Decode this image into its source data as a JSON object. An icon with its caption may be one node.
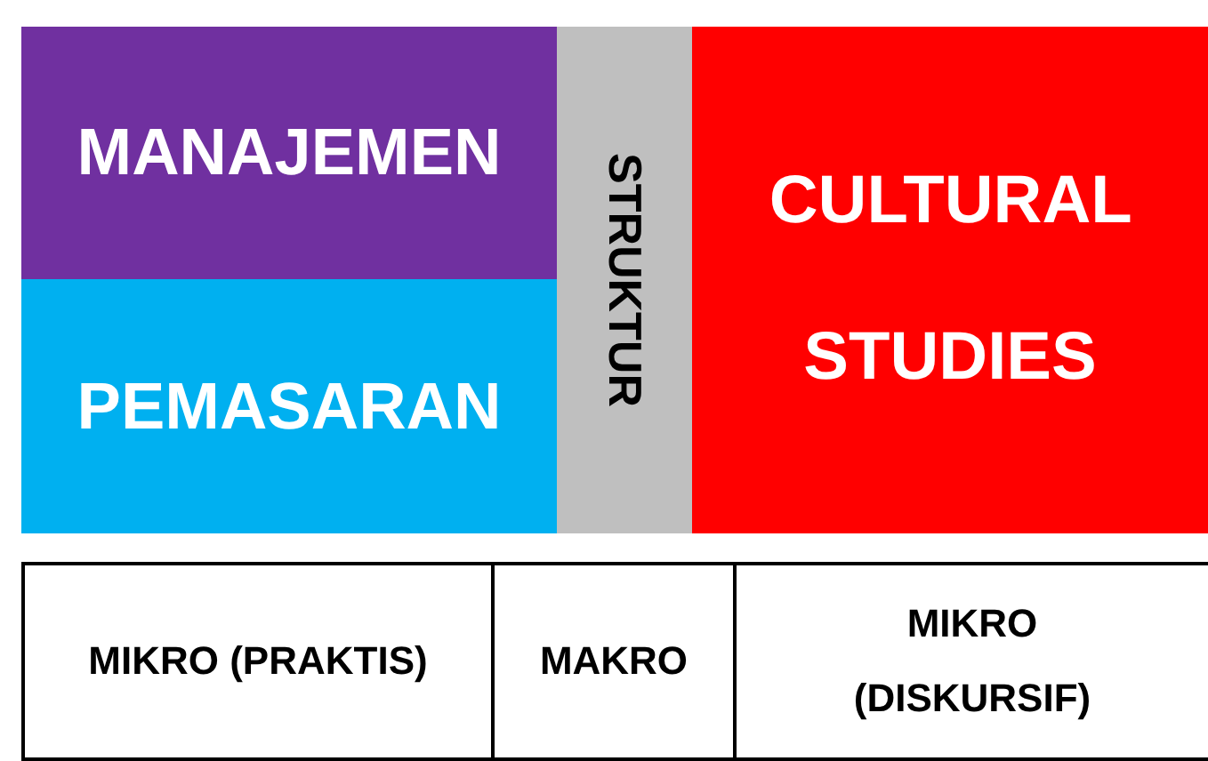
{
  "diagram": {
    "nodes": [
      {
        "text": [
          "MANAJEMEN"
        ]
      },
      {
        "text": [
          "PEMASARAN"
        ]
      },
      {
        "text": [
          "STRUKTUR"
        ]
      },
      {
        "text": [
          "CULTURAL STUDIES"
        ]
      }
    ],
    "labels": [
      "MIKRO (PRAKTIS)",
      "MAKRO",
      "MIKRO (DISKURSIF)"
    ]
  }
}
